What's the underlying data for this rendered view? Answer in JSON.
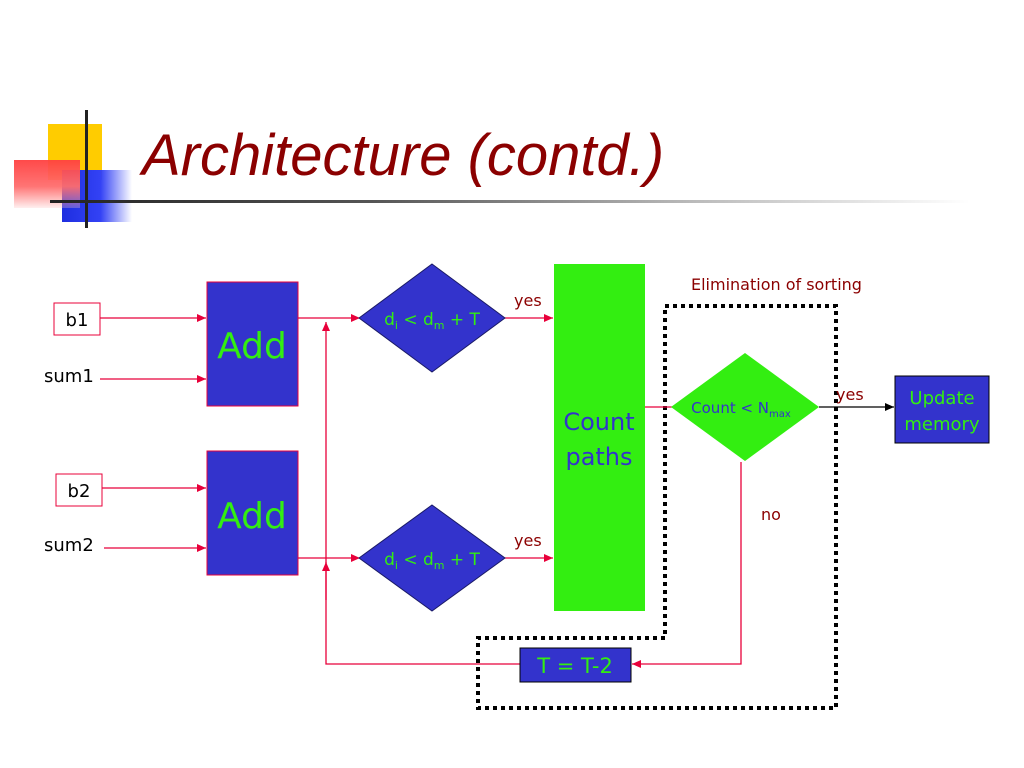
{
  "slide": {
    "title": "Architecture (contd.)"
  },
  "diagram": {
    "inputs": {
      "b1": "b1",
      "sum1": "sum1",
      "b2": "b2",
      "sum2": "sum2"
    },
    "adders": {
      "top": "Add",
      "bottom": "Add"
    },
    "comparators": {
      "top": {
        "d_letter": "d",
        "sub_i": "i",
        "lt": " < ",
        "sub_m": "m",
        "tail": " + T"
      },
      "bottom": {
        "d_letter": "d",
        "sub_i": "i",
        "lt": " < ",
        "sub_m": "m",
        "tail": " + T"
      }
    },
    "edge_labels": {
      "yes_top": "yes",
      "yes_bottom": "yes",
      "yes_count": "yes",
      "no_count": "no"
    },
    "count_paths": {
      "line1": "Count",
      "line2": "paths"
    },
    "count_check": {
      "text": "Count < N",
      "sub": "max"
    },
    "update_memory": {
      "line1": "Update",
      "line2": "memory"
    },
    "threshold_update": "T = T-2",
    "elimination_label": "Elimination of sorting"
  },
  "colors": {
    "title": "#8b0000",
    "block_blue": "#3333cc",
    "block_green": "#33ee11",
    "text_green": "#33ee11",
    "arrow_red": "#e8003a",
    "label_dark_red": "#8b0000"
  }
}
